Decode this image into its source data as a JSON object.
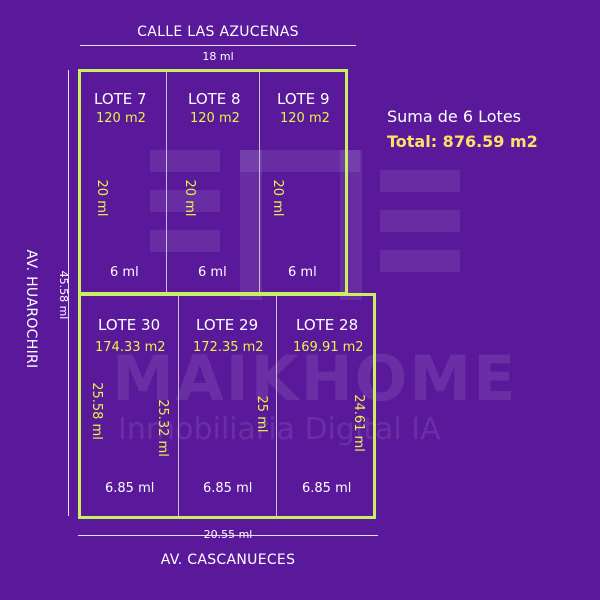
{
  "streets": {
    "top": "CALLE LAS AZUCENAS",
    "bottom": "AV. CASCANUECES",
    "left": "AV. HUAROCHIRI"
  },
  "dimensions": {
    "top": "18 ml",
    "bottom": "20.55 ml",
    "left": "45.58 ml"
  },
  "lots_top": [
    {
      "name": "LOTE 7",
      "area": "120 m2",
      "depth": "20 ml",
      "front": "6 ml"
    },
    {
      "name": "LOTE 8",
      "area": "120 m2",
      "depth": "20 ml",
      "front": "6 ml"
    },
    {
      "name": "LOTE 9",
      "area": "120 m2",
      "depth": "20 ml",
      "front": "6 ml"
    }
  ],
  "lots_bottom": [
    {
      "name": "LOTE 30",
      "area": "174.33 m2",
      "depth_left": "25.58 ml",
      "depth_right": "25.32 ml",
      "front": "6.85 ml"
    },
    {
      "name": "LOTE 29",
      "area": "172.35 m2",
      "depth_right": "25 ml",
      "front": "6.85 ml"
    },
    {
      "name": "LOTE 28",
      "area": "169.91 m2",
      "depth_right": "24.61 ml",
      "front": "6.85 ml"
    }
  ],
  "summary": {
    "title": "Suma de 6 Lotes",
    "total": "Total: 876.59 m2"
  },
  "watermark": {
    "brand": "MAIKHOME",
    "tagline": "Inmobiliaria Digital IA"
  },
  "colors": {
    "background": "#5a189a",
    "border": "#c8f060",
    "accent": "#e8f24a",
    "total": "#ffe066"
  }
}
